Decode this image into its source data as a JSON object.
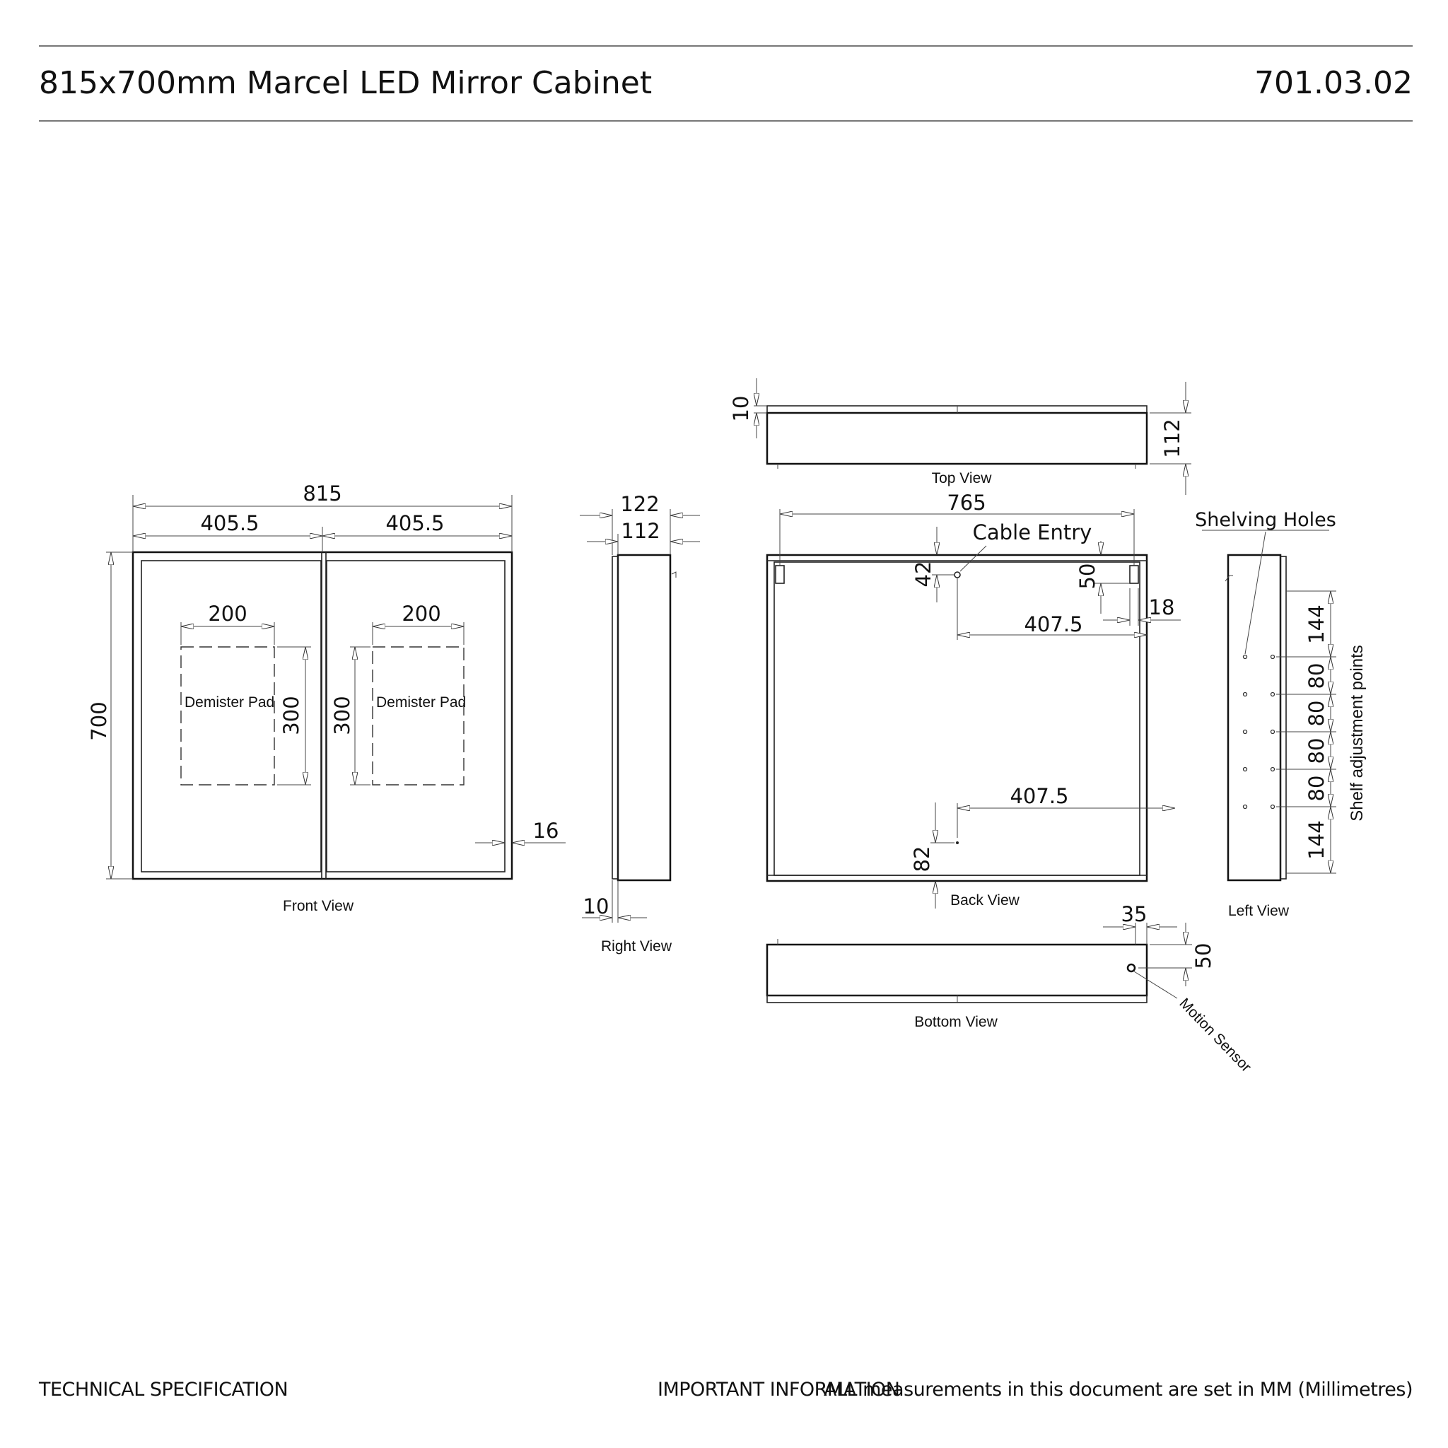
{
  "header": {
    "title": "815x700mm Marcel LED Mirror Cabinet",
    "code": "701.03.02"
  },
  "footer": {
    "left": "TECHNICAL SPECIFICATION",
    "important": "IMPORTANT INFORMATION",
    "note": "ALL measurements in this document are set in MM (Millimetres)"
  },
  "views": {
    "front": "Front View",
    "right": "Right  View",
    "top": "Top View",
    "back": "Back View",
    "bottom": "Bottom View",
    "left": "Left  View"
  },
  "labels": {
    "demister_pad": "Demister Pad",
    "cable_entry": "Cable Entry",
    "shelving_holes": "Shelving Holes",
    "shelf_adjustment": "Shelf adjustment points",
    "motion_sensor": "Motion Sensor"
  },
  "dimensions": {
    "front": {
      "overall_width": "815",
      "left_door": "405.5",
      "right_door": "405.5",
      "height": "700",
      "pad_width_left": "200",
      "pad_width_right": "200",
      "pad_height_left": "300",
      "pad_height_right": "300",
      "frame": "16"
    },
    "right": {
      "depth_outer": "122",
      "depth_inner": "112",
      "door": "10"
    },
    "top": {
      "door": "10",
      "depth": "112"
    },
    "back": {
      "width": "765",
      "cable_from_top": "42",
      "bracket_from_top": "50",
      "bracket_side": "18",
      "cable_from_right": "407.5",
      "sensor_from_right": "407.5",
      "sensor_from_bottom": "82"
    },
    "bottom": {
      "sensor_side": "35",
      "sensor_depth": "50"
    },
    "left": {
      "top_gap": "144",
      "step1": "80",
      "step2": "80",
      "step3": "80",
      "step4": "80",
      "bottom_gap": "144"
    }
  }
}
